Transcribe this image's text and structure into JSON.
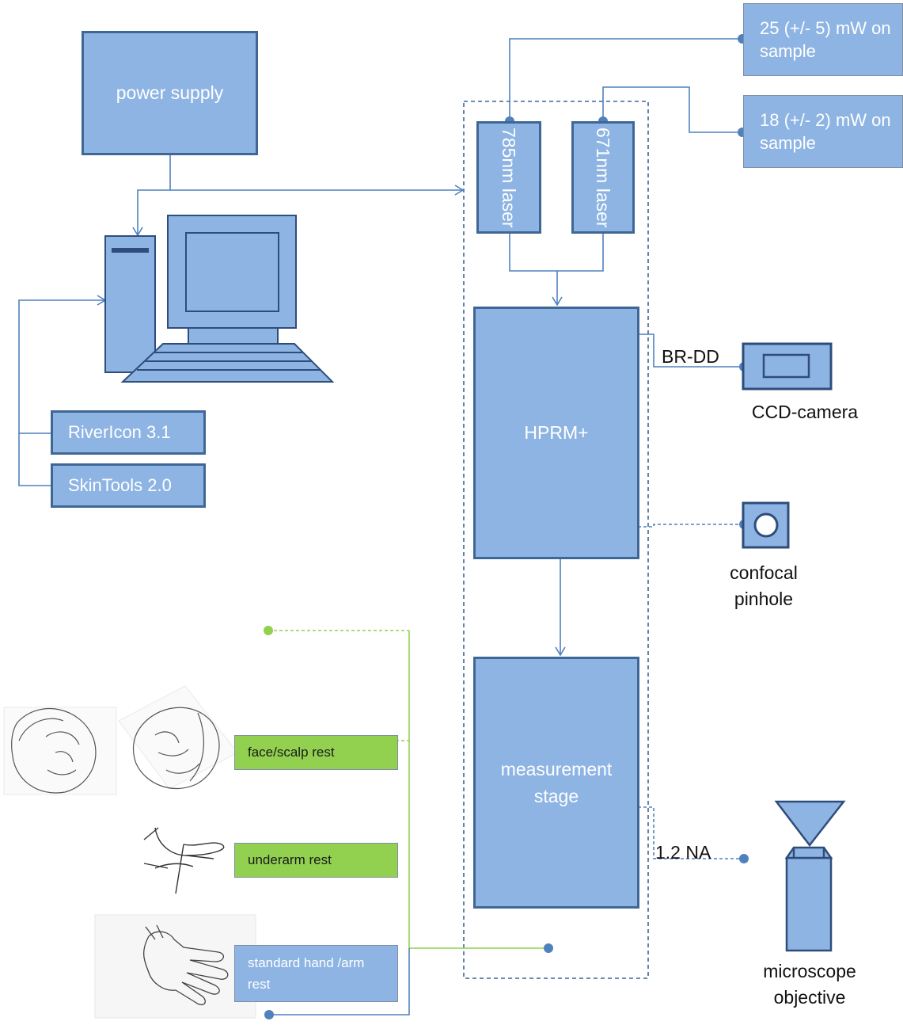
{
  "blocks": {
    "power_supply": "power supply",
    "laser_785": "785nm laser",
    "laser_671": "671nm laser",
    "hprm": "HPRM+",
    "stage": "measurement stage",
    "power_785": "25 (+/- 5) mW on sample",
    "power_671": "18 (+/- 2) mW on sample",
    "rivericon": "RiverIcon 3.1",
    "skintools": "SkinTools 2.0"
  },
  "labels": {
    "br_dd": "BR-DD",
    "ccd_camera": "CCD-camera",
    "confocal_pinhole": "confocal pinhole",
    "na": "1.2 NA",
    "microscope_objective": "microscope objective"
  },
  "rests": {
    "face": "face/scalp rest",
    "underarm": "underarm rest",
    "hand": "standard hand /arm rest"
  },
  "colors": {
    "block_fill": "#8eb4e3",
    "block_border": "#3f6796",
    "connector": "#4f81bd",
    "rest_green": "#92d050",
    "green_connector": "#92d050"
  }
}
